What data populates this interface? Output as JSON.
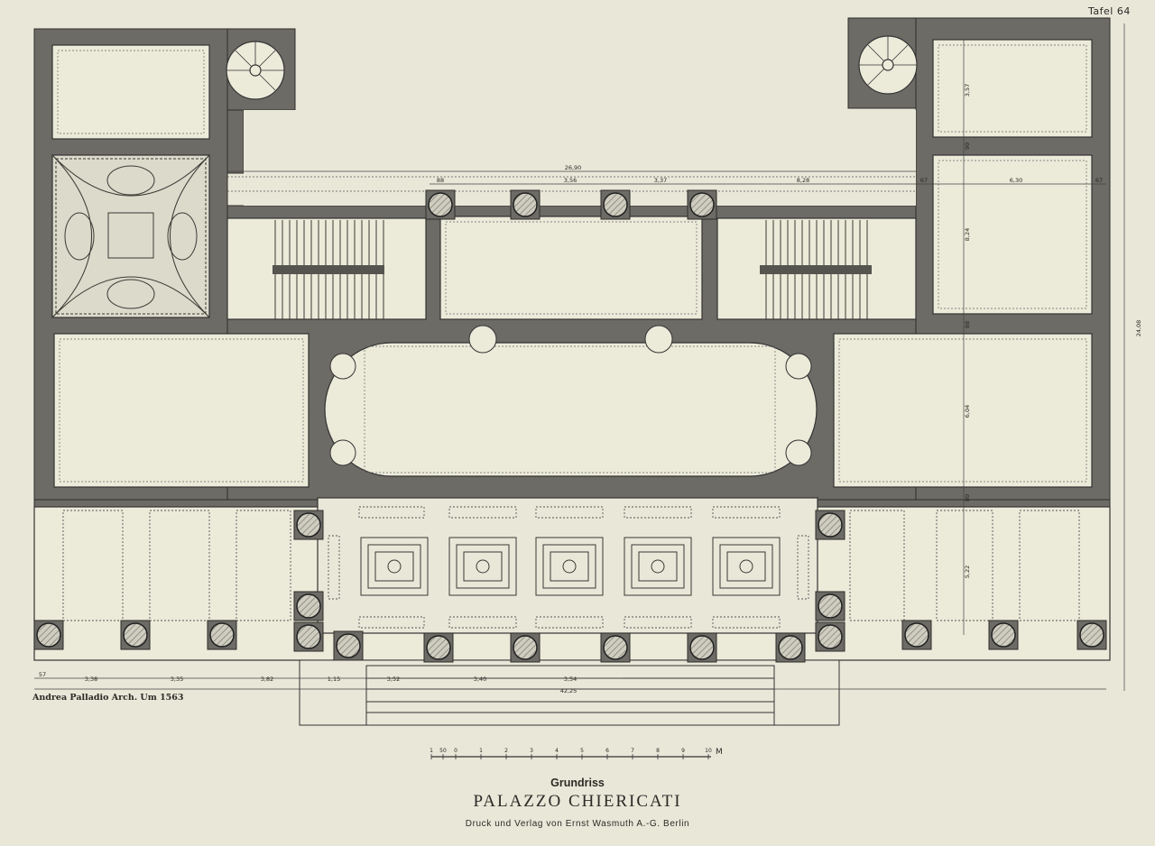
{
  "plate": {
    "tafel": "Tafel 64",
    "credit": "Andrea Palladio Arch.  Um 1563",
    "subtitle": "Grundriss",
    "title": "PALAZZO CHIERICATI",
    "publisher": "Druck und Verlag von Ernst Wasmuth A.-G. Berlin"
  },
  "dimensions": {
    "overall_upper": "26,90",
    "upper_parts": [
      "88",
      "3,56",
      "3,37",
      "8,28",
      "67",
      "6,30",
      "67"
    ],
    "right_vertical": [
      "3,57",
      "90",
      "8,24",
      "88",
      "6,04",
      "80",
      "5,22"
    ],
    "total_depth": "24,08",
    "bottom_parts": [
      "57",
      "3,38",
      "3,35",
      "3,82",
      "1,15",
      "3,52",
      "3,40",
      "3,54"
    ],
    "total_width": "42,25"
  },
  "scale": {
    "labels": [
      "1",
      "50",
      "0",
      "1",
      "2",
      "3",
      "4",
      "5",
      "6",
      "7",
      "8",
      "9",
      "10"
    ],
    "unit": "M"
  }
}
